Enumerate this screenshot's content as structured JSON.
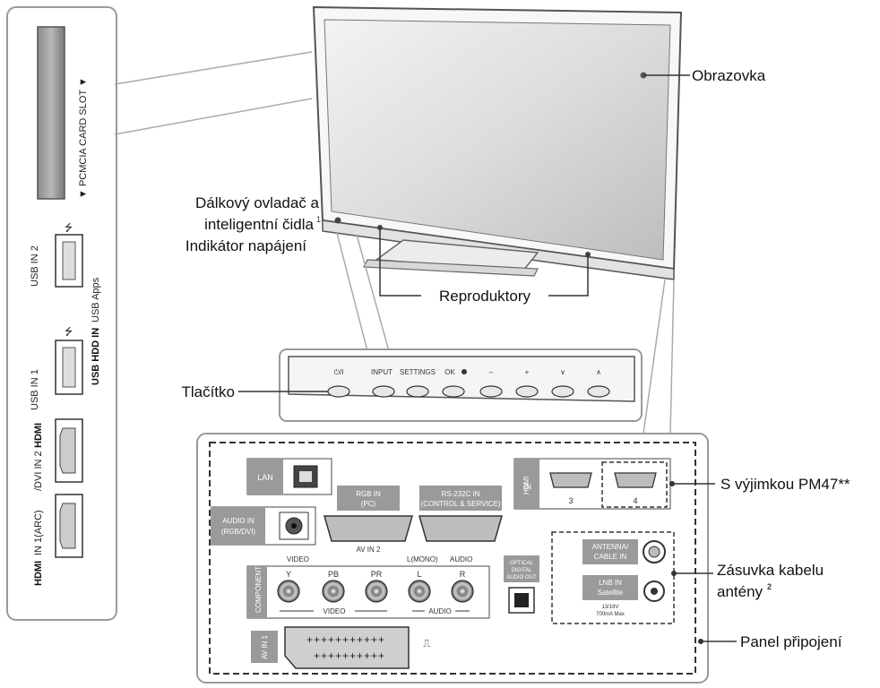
{
  "labels": {
    "obrazovka": "Obrazovka",
    "dalkovy_line1": "Dálkový ovladač a",
    "dalkovy_line2": "inteligentní čidla",
    "dalkovy_sup": "1",
    "indikator": "Indikátor napájení",
    "reproduktory": "Reproduktory",
    "tlacitko": "Tlačítko",
    "vyjimka": "S výjimkou PM47**",
    "zasuvka_line1": "Zásuvka kabelu",
    "zasuvka_line2": "antény",
    "zasuvka_sup": "2",
    "panel": "Panel připojení"
  },
  "side_panel": {
    "pcmcia": "▼ PCMCIA CARD SLOT ▼",
    "usb2": "USB IN 2",
    "usb_apps": "USB Apps",
    "hdd": "USB HDD IN",
    "usb1": "USB IN 1",
    "hdmi2_logo": "HDMI",
    "hdmi2": "/DVI IN 2",
    "hdmi1_logo": "HDMI",
    "hdmi1": "IN 1(ARC)"
  },
  "buttons_panel": {
    "power": "⏻/I",
    "input": "INPUT",
    "settings": "SETTINGS",
    "ok": "OK",
    "minus": "–",
    "plus": "+",
    "down": "∨",
    "up": "∧"
  },
  "connections": {
    "lan": "LAN",
    "audio_in1": "AUDIO IN",
    "audio_in2": "(RGB/DVI)",
    "rgb_in1": "RGB IN",
    "rgb_in2": "(PC)",
    "rs232_1": "RS-232C IN",
    "rs232_2": "(CONTROL & SERVICE)",
    "av_in2": "AV IN 2",
    "hdmi_label1": "HDMI",
    "hdmi_label2": "IN",
    "hdmi_num3": "3",
    "hdmi_num4": "4",
    "video_top": "VIDEO",
    "mono": "L(MONO)",
    "audio_top": "AUDIO",
    "component": "COMPONENT IN",
    "y": "Y",
    "pb": "PB",
    "pr": "PR",
    "l": "L",
    "r": "R",
    "video_bottom": "VIDEO",
    "audio_bottom": "AUDIO",
    "optical1": "OPTICAL",
    "optical2": "DIGITAL",
    "optical3": "AUDIO OUT",
    "antenna1": "ANTENNA/",
    "antenna2": "CABLE IN",
    "lnb1": "LNB IN",
    "lnb2": "Satellite",
    "lnb3": "13/18V",
    "lnb4": "700mA Max",
    "av_in1": "AV IN 1"
  }
}
